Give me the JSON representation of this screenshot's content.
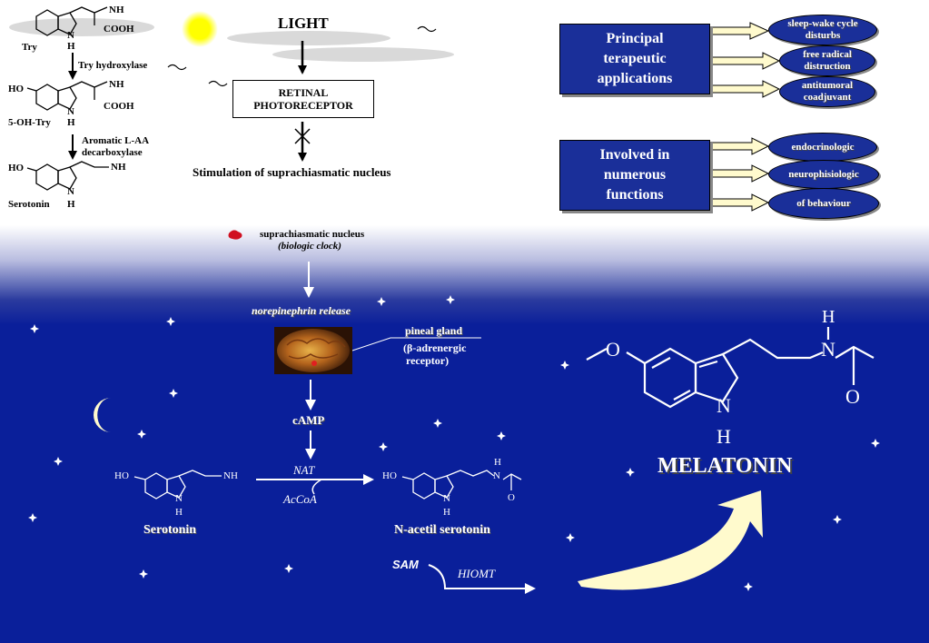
{
  "top_left": {
    "try_label": "Try",
    "try_nh2": "NH",
    "try_cooh": "COOH",
    "try_nh": "N",
    "try_h": "H",
    "enzyme1": "Try hydroxylase",
    "oh_try_label": "5-OH-Try",
    "ho1": "HO",
    "oh_nh2": "NH",
    "oh_cooh": "COOH",
    "oh_nh": "N",
    "oh_h": "H",
    "enzyme2_line1": "Aromatic L-AA",
    "enzyme2_line2": "decarboxylase",
    "serotonin_label": "Serotonin",
    "ho2": "HO",
    "ser_nh2": "NH",
    "ser_nh": "N",
    "ser_h": "H"
  },
  "light_panel": {
    "light": "LIGHT",
    "receptor_line1": "RETINAL",
    "receptor_line2": "PHOTORECEPTOR",
    "stimulation": "Stimulation of suprachiasmatic nucleus"
  },
  "middle": {
    "scn_line1": "suprachiasmatic nucleus",
    "scn_line2": "(biologic clock)",
    "norepinephrin": "norepinephrin release",
    "pineal_line1": "pineal gland",
    "pineal_line2": "(β-adrenergic",
    "pineal_line3": "receptor)",
    "camp": "cAMP",
    "nat": "NAT",
    "acoa": "AcCoA",
    "serotonin": "Serotonin",
    "ser_ho": "HO",
    "ser_nh2": "NH",
    "ser_n": "N",
    "ser_h": "H",
    "n_acetyl": "N-acetil serotonin",
    "nac_ho": "HO",
    "nac_h1": "H",
    "nac_n1": "N",
    "nac_o": "O",
    "nac_n2": "N",
    "nac_h2": "H",
    "sam": "SAM",
    "hiomt": "HIOMT"
  },
  "melatonin": {
    "label": "MELATONIN",
    "o1": "O",
    "n_top": "N",
    "h_top": "H",
    "o2": "O",
    "n_ring": "N",
    "h_ring": "H"
  },
  "applications": {
    "title": "Principal terapeutic applications",
    "items": [
      "sleep-wake cycle disturbs",
      "free radical distruction",
      "antitumoral coadjuvant"
    ]
  },
  "functions": {
    "title": "Involved in numerous functions",
    "items": [
      "endocrinologic",
      "neurophisiologic",
      "of behaviour"
    ]
  },
  "colors": {
    "night_blue": "#0a1f9a",
    "box_blue": "#1a2f99",
    "moon": "#fffacd",
    "sun": "#ffff00"
  }
}
